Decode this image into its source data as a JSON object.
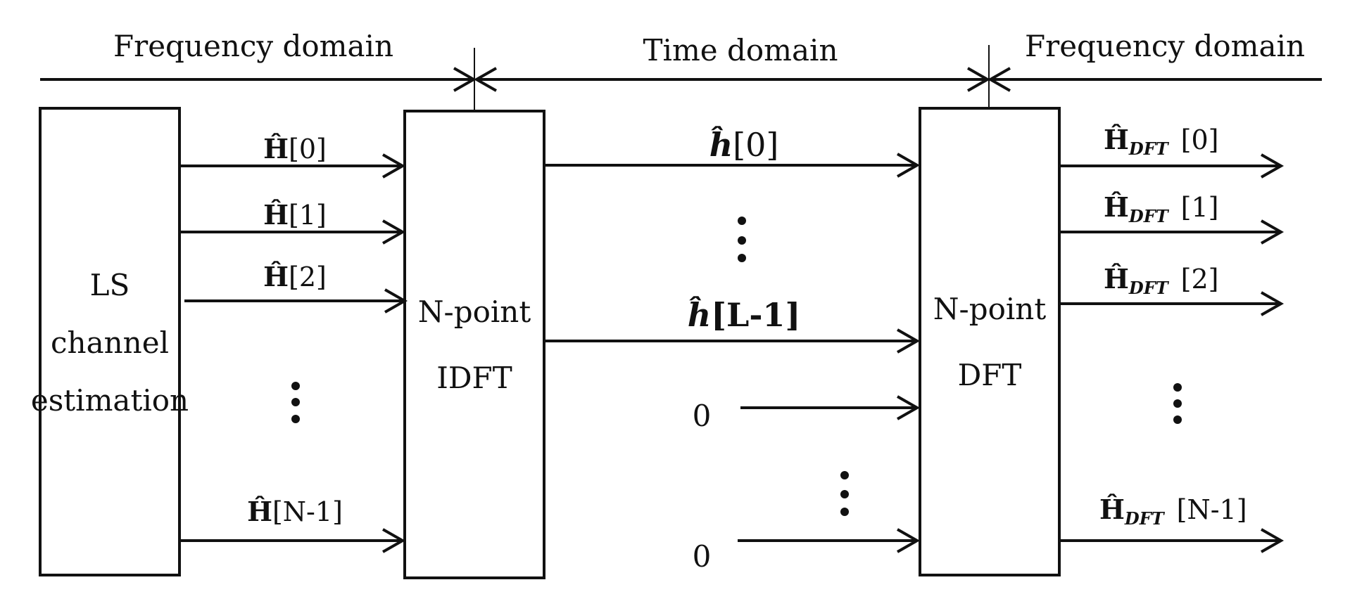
{
  "domains": {
    "left": "Frequency domain",
    "middle": "Time domain",
    "right": "Frequency domain"
  },
  "blocks": {
    "ls": [
      "LS",
      "channel",
      "estimation"
    ],
    "idft": [
      "N-point",
      "IDFT"
    ],
    "dft": [
      "N-point",
      "DFT"
    ]
  },
  "ls_outputs": {
    "symbol": "Ĥ",
    "indices": [
      "[0]",
      "[1]",
      "[2]",
      "[N-1]"
    ]
  },
  "idft_outputs": {
    "symbol": "ĥ",
    "first_index": "[0]",
    "last_index": "[L-1]"
  },
  "zero_inputs": [
    "0",
    "0"
  ],
  "dft_outputs": {
    "symbol": "Ĥ",
    "subscript": "DFT",
    "indices": [
      "[0]",
      "[1]",
      "[2]",
      "[N-1]"
    ]
  },
  "colors": {
    "stroke": "#111111",
    "background": "#ffffff"
  }
}
